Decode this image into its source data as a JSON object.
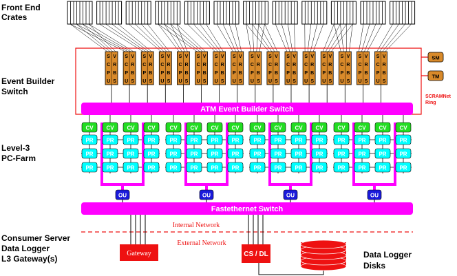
{
  "labels": {
    "front_end_line1": "Front End",
    "front_end_line2": "Crates",
    "event_builder_line1": "Event Builder",
    "event_builder_line2": "Switch",
    "level3_line1": "Level-3",
    "level3_line2": "PC-Farm",
    "consumer_line1": "Consumer Server",
    "consumer_line2": "Data Logger",
    "consumer_line3": "L3 Gateway(s)",
    "disks_line1": "Data Logger",
    "disks_line2": "Disks"
  },
  "blocks": {
    "atm_switch": "ATM Event Builder Switch",
    "fastethernet_switch": "Fastethernet Switch",
    "scramnet_line1": "SCRAMNet",
    "scramnet_line2": "Ring",
    "sm": "SM",
    "tm": "TM",
    "cv": "CV",
    "pr": "PR",
    "ou": "OU",
    "gateway": "Gateway",
    "csdl": "CS / DL",
    "internal_network": "Internal Network",
    "external_network": "External Network"
  },
  "vrb_letters": [
    [
      "S",
      "V"
    ],
    [
      "C",
      "R"
    ],
    [
      "P",
      "B"
    ],
    [
      "U",
      "S"
    ]
  ],
  "colors": {
    "magenta": "#ff00ff",
    "green": "#22dd22",
    "cyan": "#00ffff",
    "blue": "#1a1adb",
    "orange": "#d98a2a",
    "red": "#ee1111"
  }
}
